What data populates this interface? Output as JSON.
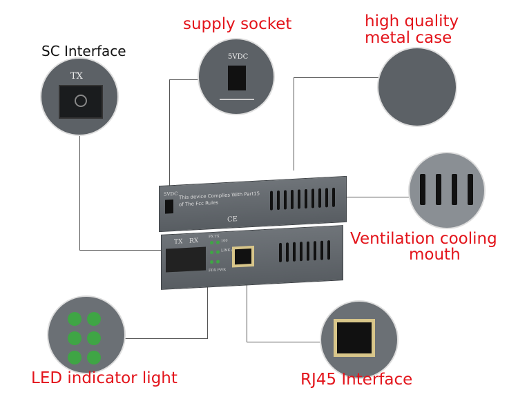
{
  "labels": {
    "sc_interface": "SC  Interface",
    "supply_socket": "supply socket",
    "metal_case_1": "high quality",
    "metal_case_2": "metal case",
    "ventilation_1": "Ventilation cooling",
    "ventilation_2": "mouth",
    "led": "LED  indicator light",
    "rj45": "RJ45  Interface"
  },
  "device": {
    "power_label": "5VDC",
    "fcc_1": "This device Complies With Part15",
    "fcc_2": "of The Fcc Rules",
    "ce": "CE",
    "tx": "TX",
    "rx": "RX",
    "led_top": "FX TX",
    "led_100": "100",
    "led_link": "LINK /ACT",
    "led_bottom": "FDX PWR"
  },
  "colors": {
    "label": "#e3141b",
    "case": "#5c6166",
    "led": "#3fa545"
  }
}
